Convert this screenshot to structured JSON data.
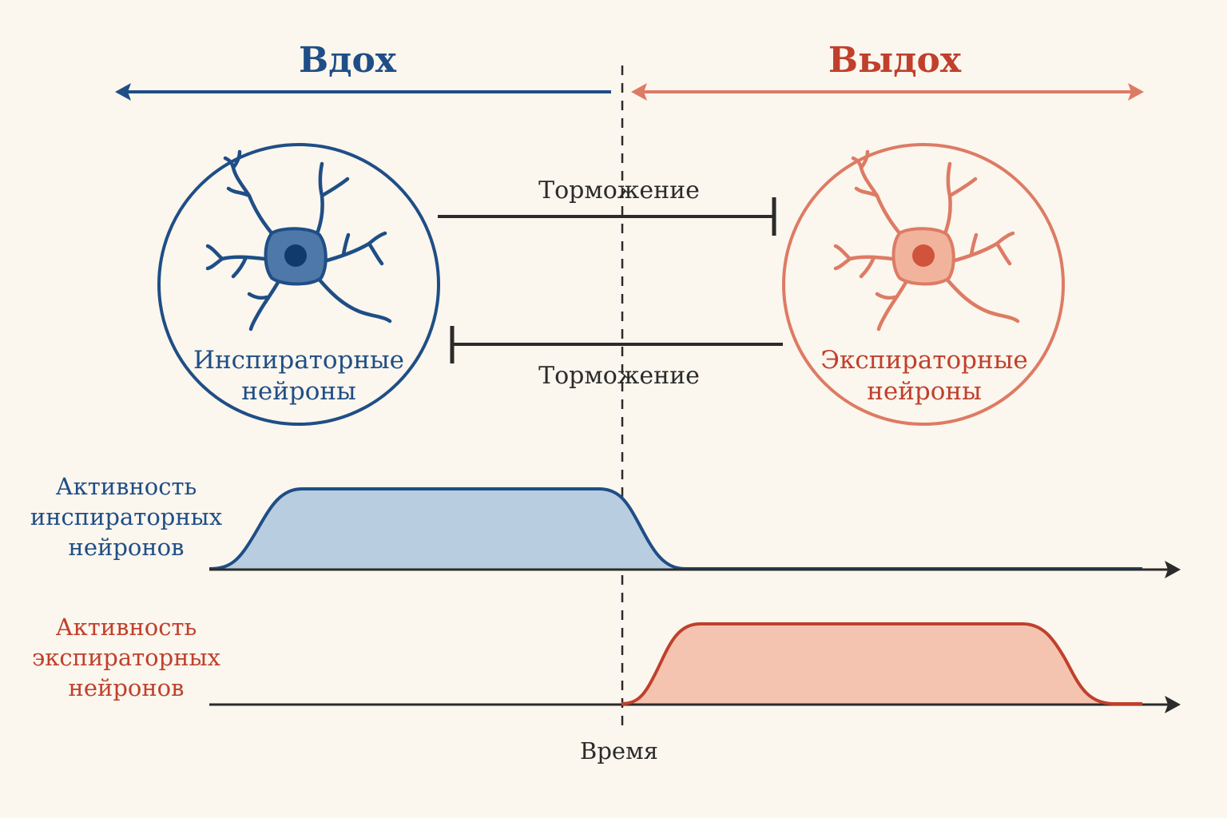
{
  "colors": {
    "background": "#fbf6ee",
    "inspiratory": "#1f4e86",
    "inspiratory_fill": "#b9cde0",
    "expiratory_line": "#dd7b64",
    "expiratory_text": "#c0402c",
    "expiratory_fill": "#f5c4b1",
    "neutral": "#2b2b2b"
  },
  "phases": {
    "inhale": "Вдох",
    "exhale": "Выдох"
  },
  "inhibition": {
    "top_label": "Торможение",
    "bottom_label": "Торможение"
  },
  "neurons": {
    "inspiratory": {
      "line1": "Инспираторные",
      "line2": "нейроны",
      "icon": "neuron-icon"
    },
    "expiratory": {
      "line1": "Экспираторные",
      "line2": "нейроны",
      "icon": "neuron-icon"
    }
  },
  "traces": {
    "inspiratory": {
      "line1": "Активность",
      "line2": "инспираторных",
      "line3": "нейронов"
    },
    "expiratory": {
      "line1": "Активность",
      "line2": "экспираторных",
      "line3": "нейронов"
    },
    "time_label": "Время"
  }
}
